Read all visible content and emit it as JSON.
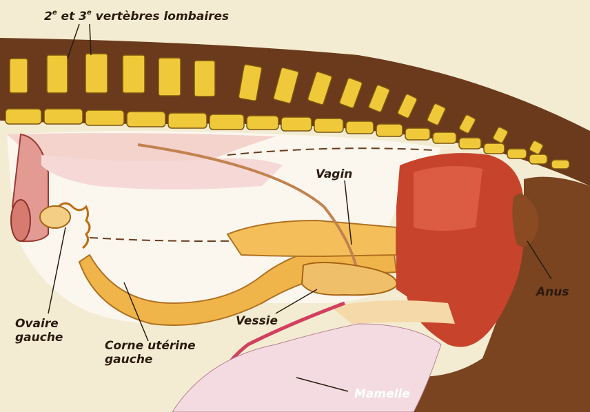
{
  "labels": {
    "vertebrae_prefix_num": "2",
    "vertebrae_prefix_sup": "e",
    "vertebrae_mid": " et 3",
    "vertebrae_mid_sup": "e",
    "vertebrae_suffix": " vertèbres lombaires",
    "vagin": "Vagin",
    "anus": "Anus",
    "vessie": "Vessie",
    "ovaire_line1": "Ovaire",
    "ovaire_line2": "gauche",
    "corne_line1": "Corne utérine",
    "corne_line2": "gauche",
    "mamelle": "Mamelle"
  },
  "colors": {
    "background": "#f3ecd2",
    "body_outline": "#6b3a1c",
    "vertebra": "#f0c93a",
    "abdomen_cavity": "#fbf7ef",
    "uterus": "#f0b54a",
    "muscle": "#c8432c",
    "udder": "#f4dbe2"
  }
}
